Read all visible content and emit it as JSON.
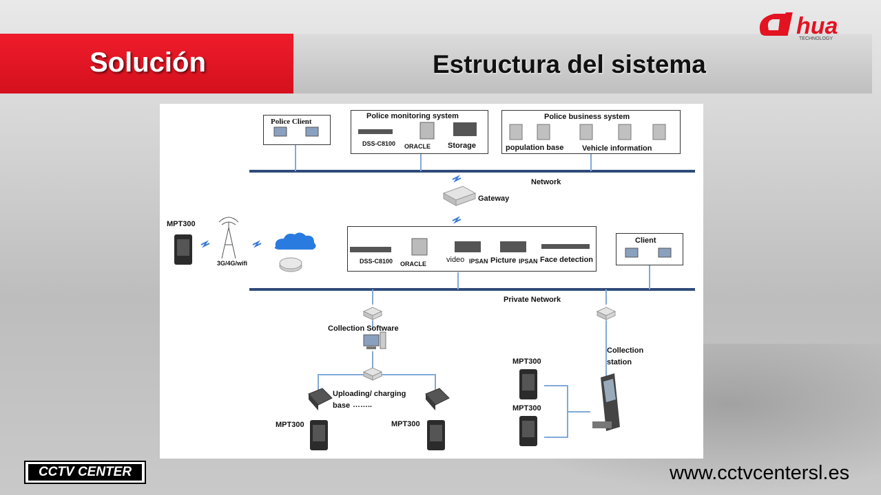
{
  "header": {
    "section_label": "Solución",
    "title": "Estructura del sistema",
    "logo_text": "alhua",
    "logo_sub": "TECHNOLOGY"
  },
  "diagram": {
    "police_client": "Police Client",
    "police_monitoring_system": "Police monitoring system",
    "dss_top": "DSS-C8100",
    "oracle_top": "ORACLE",
    "storage": "Storage",
    "police_business_system": "Police business system",
    "population_base": "population base",
    "vehicle_information": "Vehicle information",
    "network": "Network",
    "gateway": "Gateway",
    "mpt300_left": "MPT300",
    "tower_label": "3G/4G/wifi",
    "dss_mid": "DSS-C8100",
    "oracle_mid": "ORACLE",
    "video": "video",
    "ipsan_1": "IPSAN",
    "picture": "Picture",
    "ipsan_2": "IPSAN",
    "face_detection": "Face detection",
    "client": "Client",
    "private_network": "Private Network",
    "collection_software": "Collection Software",
    "collection_station_1": "Collection",
    "collection_station_2": "station",
    "uploading_1": "Uploading/ charging",
    "uploading_2": "base",
    "dots": "……..",
    "mpt300_bottom_left": "MPT300",
    "mpt300_bottom_mid": "MPT300",
    "mpt300_right_top": "MPT300",
    "mpt300_right_bottom": "MPT300"
  },
  "footer": {
    "badge": "CCTV CENTER",
    "url": "www.cctvcentersl.es"
  },
  "colors": {
    "accent_red": "#e31322",
    "line_blue": "#2e4a7a",
    "link_blue": "#7fa8d8"
  }
}
